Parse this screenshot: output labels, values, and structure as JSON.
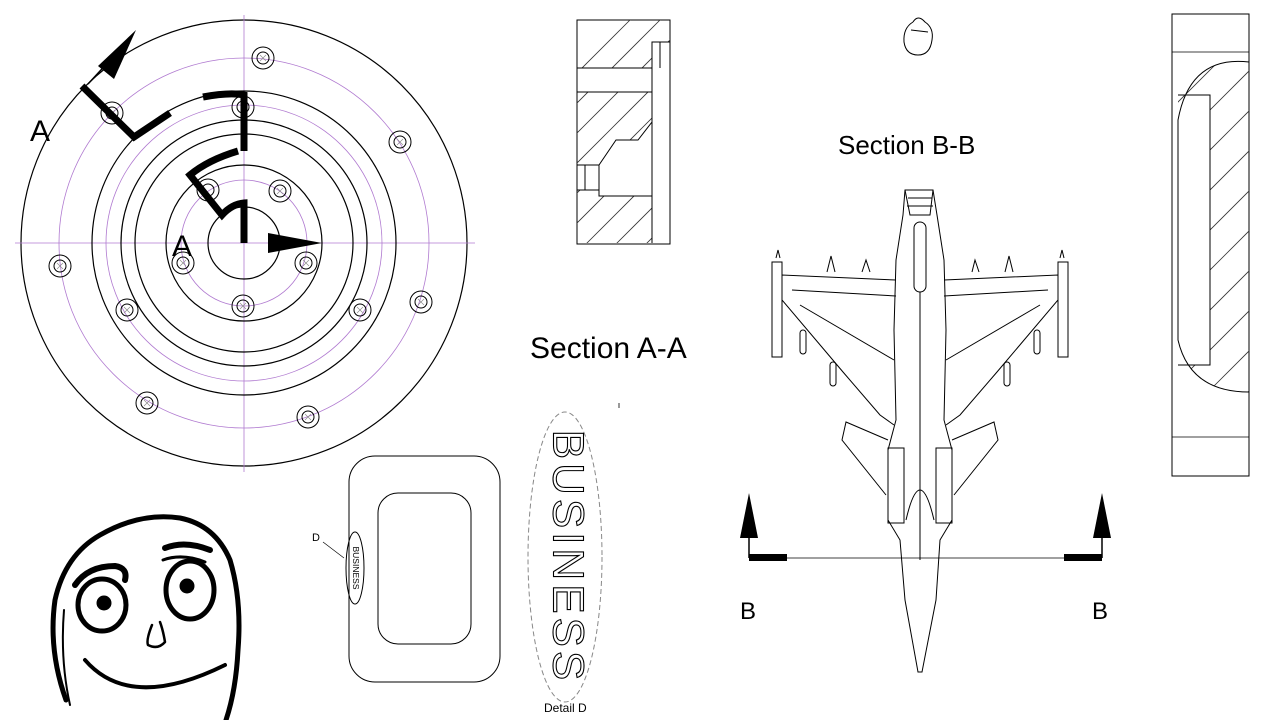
{
  "labels": {
    "section_aa_title": "Section A-A",
    "section_bb_title": "Section B-B",
    "cut_a_outer": "A",
    "cut_a_inner": "A",
    "cut_b_left": "B",
    "cut_b_right": "B",
    "detail_marker": "D",
    "detail_caption": "Detail D",
    "engraving_text": "BUSINESS",
    "engraving_small_text": "BUSINESS"
  },
  "colors": {
    "line": "#000000",
    "centerline": "#b07ad0",
    "hatch": "#333333"
  }
}
